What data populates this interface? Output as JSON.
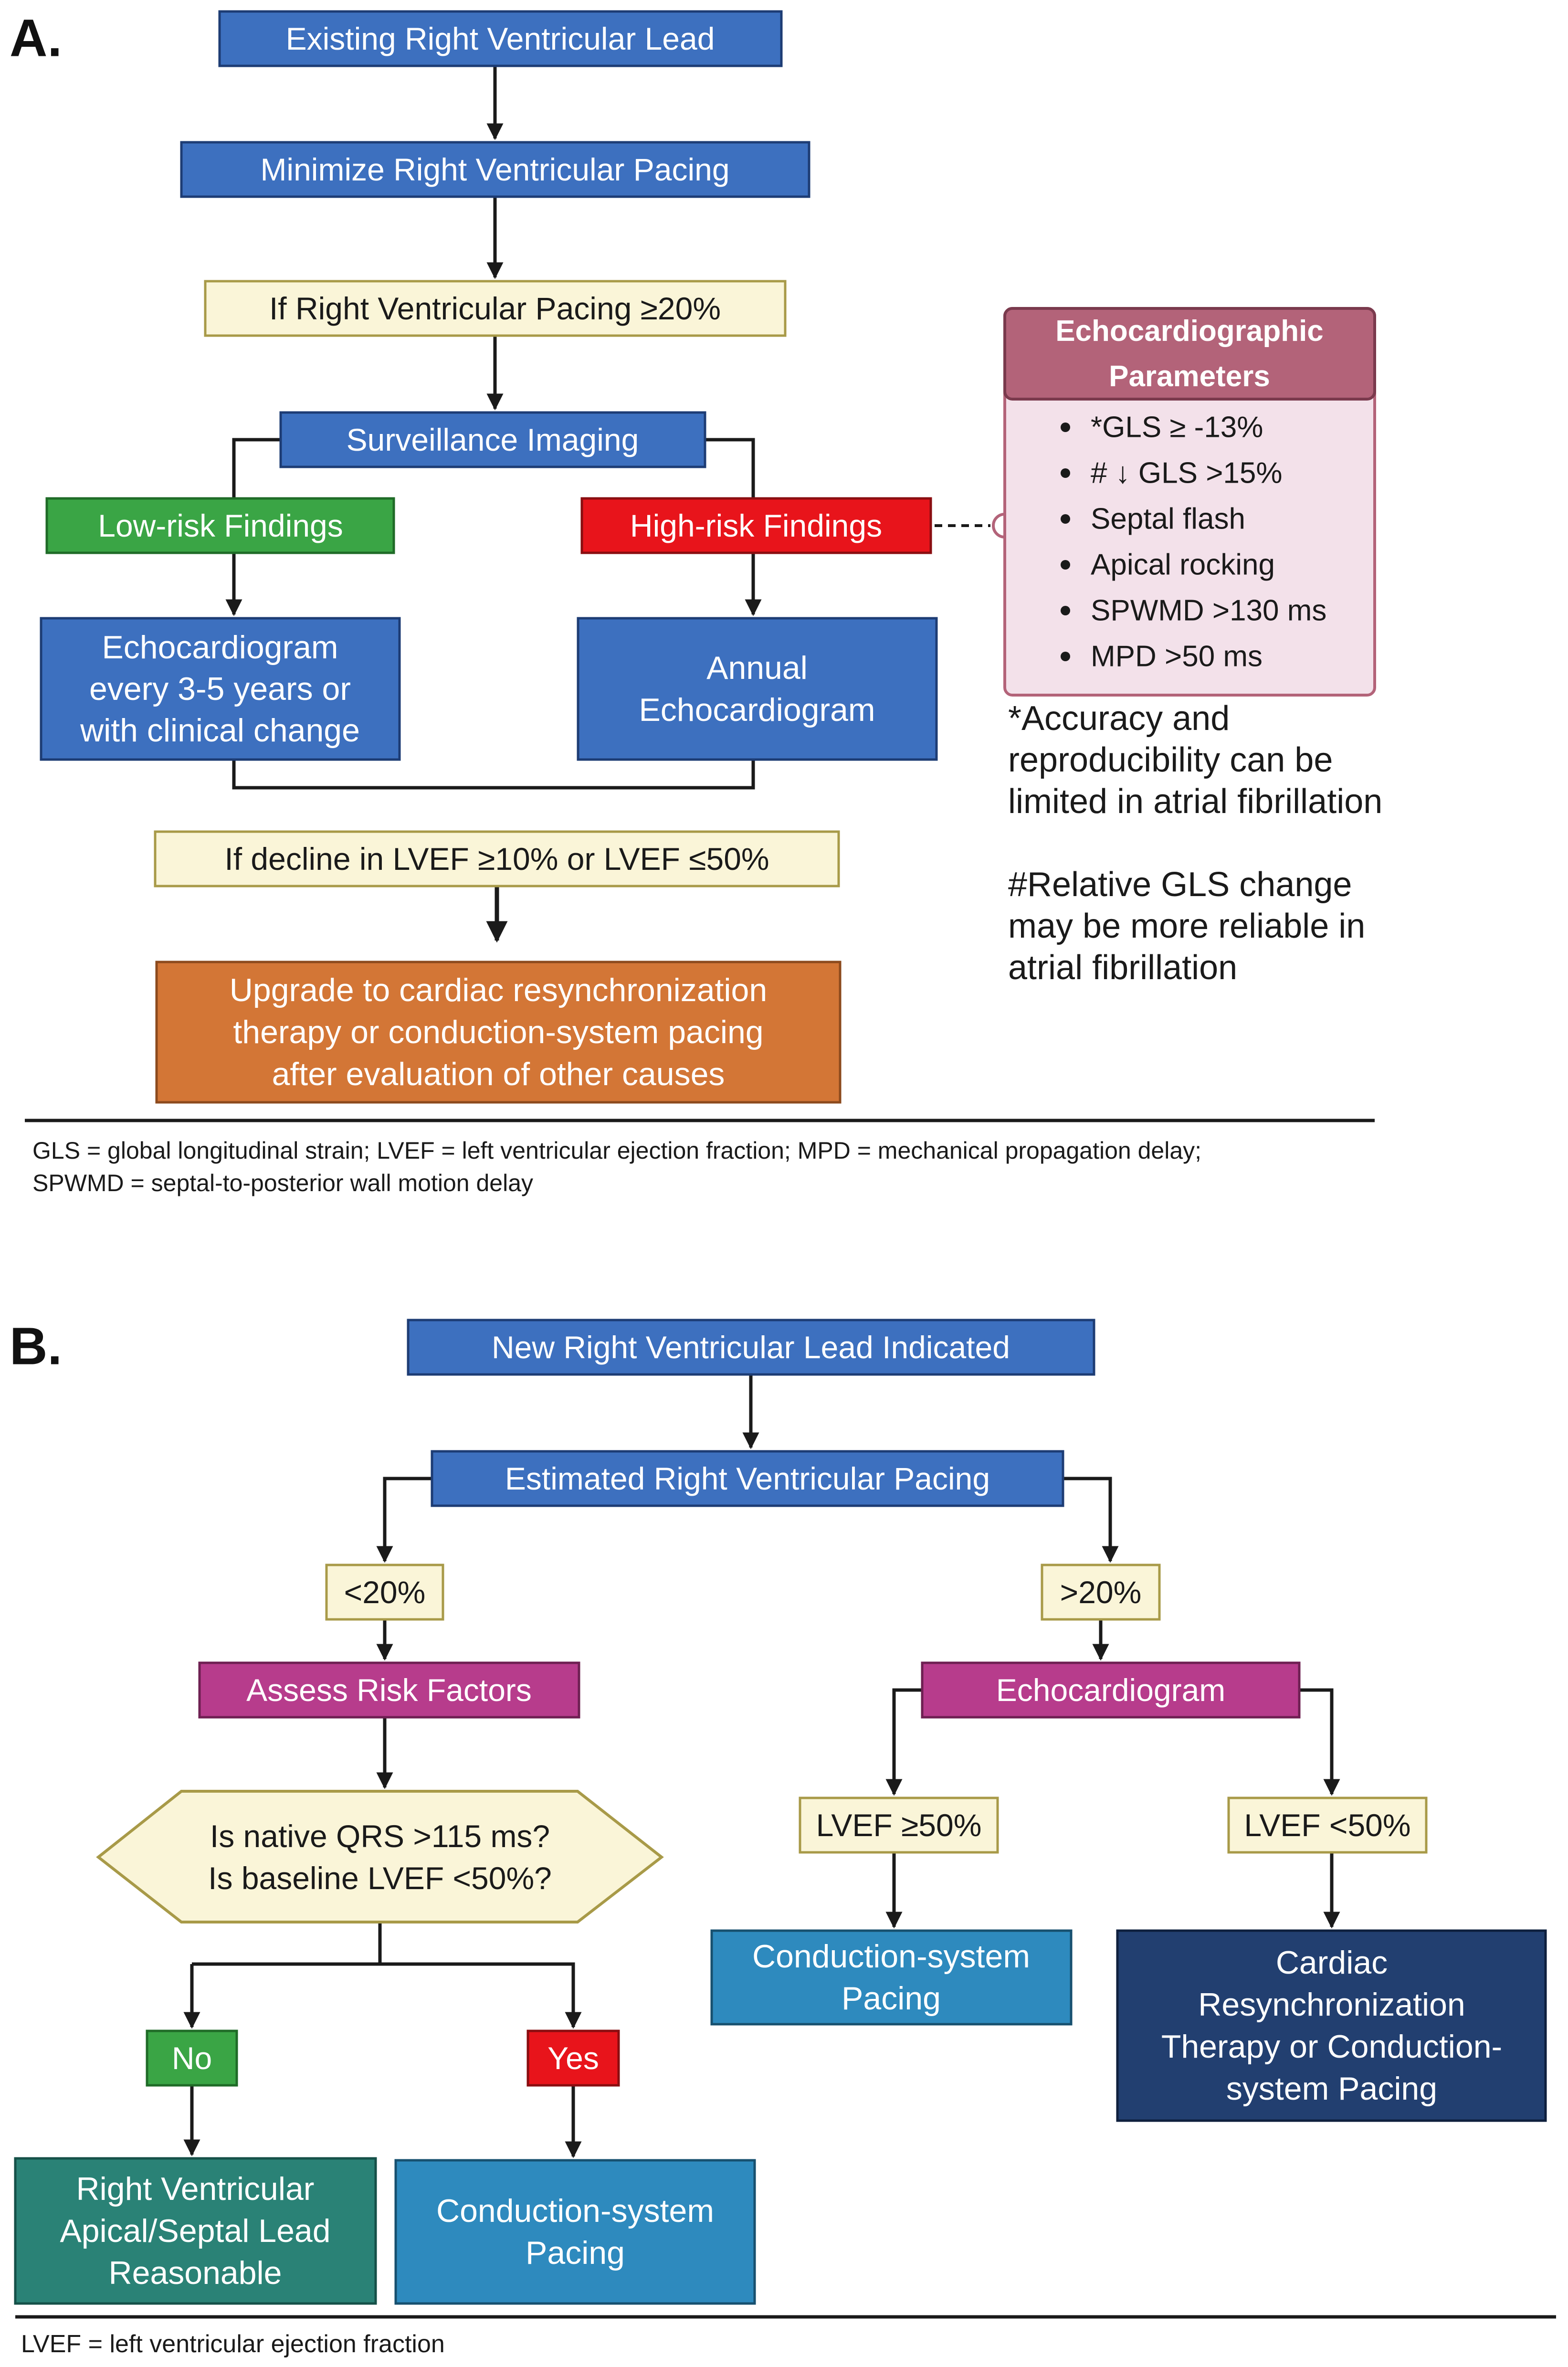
{
  "panel_a": {
    "letter": "A.",
    "existing_lead": "Existing Right Ventricular Lead",
    "minimize_pacing": "Minimize  Right Ventricular Pacing",
    "if_pacing": "If Right Ventricular Pacing ≥20%",
    "surveillance": "Surveillance Imaging",
    "low_risk": "Low-risk Findings",
    "high_risk": "High-risk Findings",
    "echo_interval": [
      "Echocardiogram",
      "every 3-5 years or",
      "with clinical change"
    ],
    "annual_echo": [
      "Annual",
      "Echocardiogram"
    ],
    "lvef_decline": "If decline in LVEF ≥10% or LVEF ≤50%",
    "upgrade": [
      "Upgrade to cardiac resynchronization",
      "therapy or conduction-system pacing",
      "after evaluation of other causes"
    ],
    "echo_params": {
      "title": [
        "Echocardiographic",
        "Parameters"
      ],
      "items": [
        "*GLS ≥ -13%",
        "# ↓ GLS >15%",
        "Septal flash",
        "Apical rocking",
        "SPWMD >130 ms",
        "MPD >50 ms"
      ]
    },
    "note_1": [
      "*Accuracy and",
      "reproducibility can be",
      "limited in atrial fibrillation"
    ],
    "note_2": [
      "#Relative GLS change",
      "may be more reliable in",
      "atrial fibrillation"
    ],
    "footnote": [
      "GLS = global longitudinal strain; LVEF = left ventricular ejection fraction; MPD = mechanical propagation delay;",
      "SPWMD = septal-to-posterior wall motion delay"
    ]
  },
  "panel_b": {
    "letter": "B.",
    "new_lead": "New  Right Ventricular Lead Indicated",
    "estimated_pacing": "Estimated  Right Ventricular Pacing",
    "lt20": "<20%",
    "gt20": ">20%",
    "assess_risk": "Assess Risk Factors",
    "echocardiogram": "Echocardiogram",
    "question": [
      "Is native QRS >115 ms?",
      "Is baseline LVEF <50%?"
    ],
    "lvef_ge50": "LVEF ≥50%",
    "lvef_lt50": "LVEF <50%",
    "csp_right": [
      "Conduction-system",
      "Pacing"
    ],
    "crt_or_csp": [
      "Cardiac",
      "Resynchronization",
      "Therapy or Conduction-",
      "system Pacing"
    ],
    "no": "No",
    "yes": "Yes",
    "rv_apical": [
      "Right Ventricular",
      "Apical/Septal Lead",
      "Reasonable"
    ],
    "csp_left": [
      "Conduction-system",
      "Pacing"
    ],
    "footnote": "LVEF = left ventricular ejection fraction"
  },
  "colors": {
    "blue": "#3d70bf",
    "yellow_fill": "#faf5d8",
    "yellow_border": "#a89a48",
    "green": "#3aa545",
    "red": "#e8141b",
    "orange": "#d37636",
    "mauve_header": "#b36379",
    "mauve_fill": "#f3e1ea",
    "magenta": "#b73c8c",
    "teal_blue": "#2e8abe",
    "navy": "#223f70",
    "teal_green": "#2a8276",
    "line": "#1a1a1a"
  }
}
